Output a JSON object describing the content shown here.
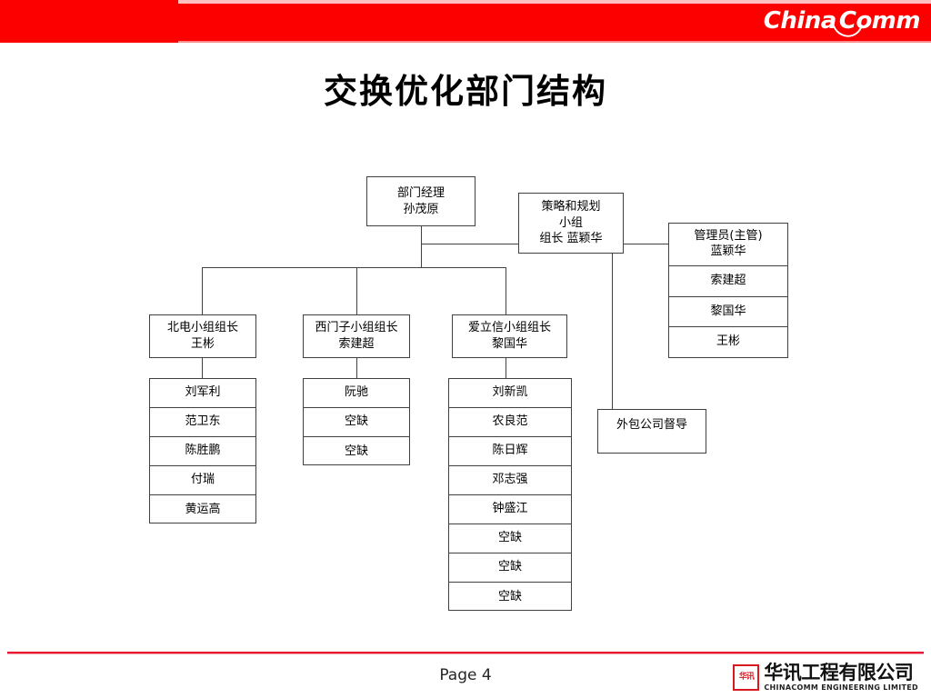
{
  "header": {
    "brand_primary": "China",
    "brand_secondary": "Comm",
    "background_color": "#fc0000"
  },
  "title": "交换优化部门结构",
  "chart_data": {
    "type": "diagram",
    "title": "交换优化部门结构",
    "nodes": {
      "department_manager": {
        "role": "部门经理",
        "name": "孙茂原"
      },
      "strategy_planning_group": {
        "line1": "策略和规划",
        "line2": "小组",
        "line3": "组长  蓝颖华"
      },
      "admin_stack": {
        "header_role": "管理员(主管)",
        "header_name": "蓝颖华",
        "members": [
          "索建超",
          "黎国华",
          "王彬"
        ]
      },
      "outsourcing_supervisor": {
        "label": "外包公司督导"
      }
    },
    "teams": [
      {
        "leader_role": "北电小组组长",
        "leader_name": "王彬",
        "members": [
          "刘军利",
          "范卫东",
          "陈胜鹏",
          "付瑞",
          "黄运高"
        ]
      },
      {
        "leader_role": "西门子小组组长",
        "leader_name": "索建超",
        "members": [
          "阮驰",
          "空缺",
          "空缺"
        ]
      },
      {
        "leader_role": "爱立信小组组长",
        "leader_name": "黎国华",
        "members": [
          "刘新凯",
          "农良范",
          "陈日辉",
          "邓志强",
          "钟盛江",
          "空缺",
          "空缺",
          "空缺"
        ]
      }
    ]
  },
  "footer": {
    "page_label": "Page 4",
    "logo_seal": "华讯",
    "logo_cn": "华讯工程有限公司",
    "logo_en": "CHINACOMM ENGINEERING LIMITED",
    "rule_color": "#e8112d"
  }
}
